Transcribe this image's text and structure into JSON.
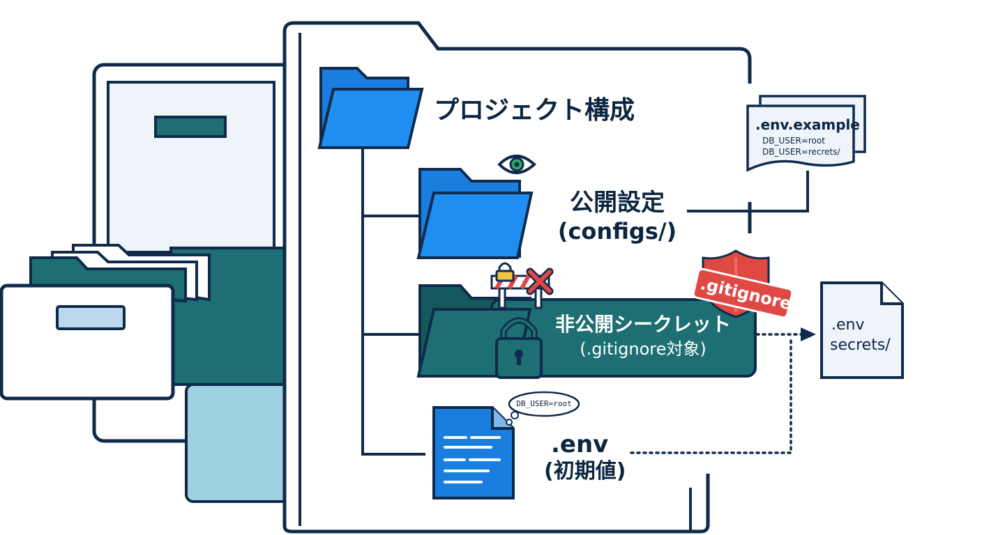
{
  "title": "プロジェクト構成",
  "public_folder": {
    "label_line1": "公開設定",
    "label_line2": "(configs/)"
  },
  "secret_folder": {
    "label_line1": "非公開シークレット",
    "label_line2": "(.gitignore対象)"
  },
  "gitignore_badge": ".gitignore",
  "env_file": {
    "label_line1": ".env",
    "label_line2": "(初期値)",
    "bubble": "DB_USER=root"
  },
  "example_doc": {
    "title": ".env.example",
    "line1": "DB_USER=root",
    "line2": "DB_USER=recrets/"
  },
  "secrets_doc": {
    "line1": ".env",
    "line2": "secrets/"
  },
  "colors": {
    "outline": "#0f2a4a",
    "blue": "#1a7de0",
    "teal": "#1d6f73",
    "dark_teal": "#15585c",
    "light_blue": "#9fd0e0",
    "paper": "#eef4fa",
    "red": "#e04844",
    "green": "#2ea56a"
  }
}
